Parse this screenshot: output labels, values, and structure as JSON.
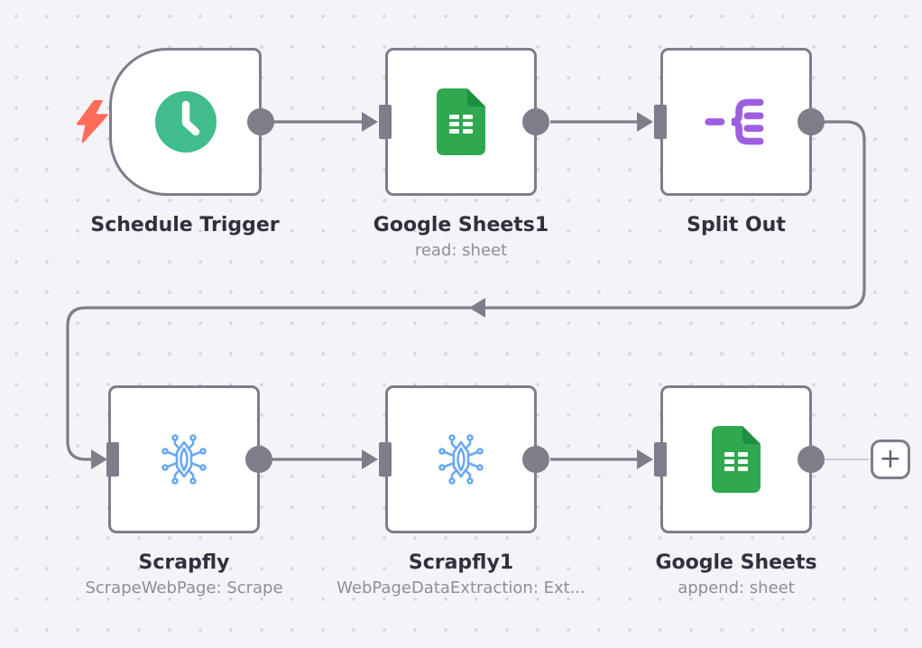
{
  "nodes": [
    {
      "id": "schedule-trigger",
      "title": "Schedule Trigger",
      "subtitle": "",
      "icon": "clock-icon"
    },
    {
      "id": "google-sheets1",
      "title": "Google Sheets1",
      "subtitle": "read: sheet",
      "icon": "google-sheets-icon"
    },
    {
      "id": "split-out",
      "title": "Split Out",
      "subtitle": "",
      "icon": "split-out-icon"
    },
    {
      "id": "scrapfly",
      "title": "Scrapfly",
      "subtitle": "ScrapeWebPage: Scrape",
      "icon": "scrapfly-bug-icon"
    },
    {
      "id": "scrapfly1",
      "title": "Scrapfly1",
      "subtitle": "WebPageDataExtraction: Ext...",
      "icon": "scrapfly-bug-icon"
    },
    {
      "id": "google-sheets",
      "title": "Google Sheets",
      "subtitle": "append: sheet",
      "icon": "google-sheets-icon"
    }
  ],
  "add_button": {
    "label": "+"
  },
  "colors": {
    "trigger_green": "#41bc8d",
    "sheets_green": "#2fa84f",
    "sheets_fold_green": "#1e8e41",
    "split_purple": "#9c5fe0",
    "scrapfly_blue": "#6aa9f2",
    "bolt_coral": "#ff6d5a",
    "connector_gray": "#7d7e89"
  }
}
